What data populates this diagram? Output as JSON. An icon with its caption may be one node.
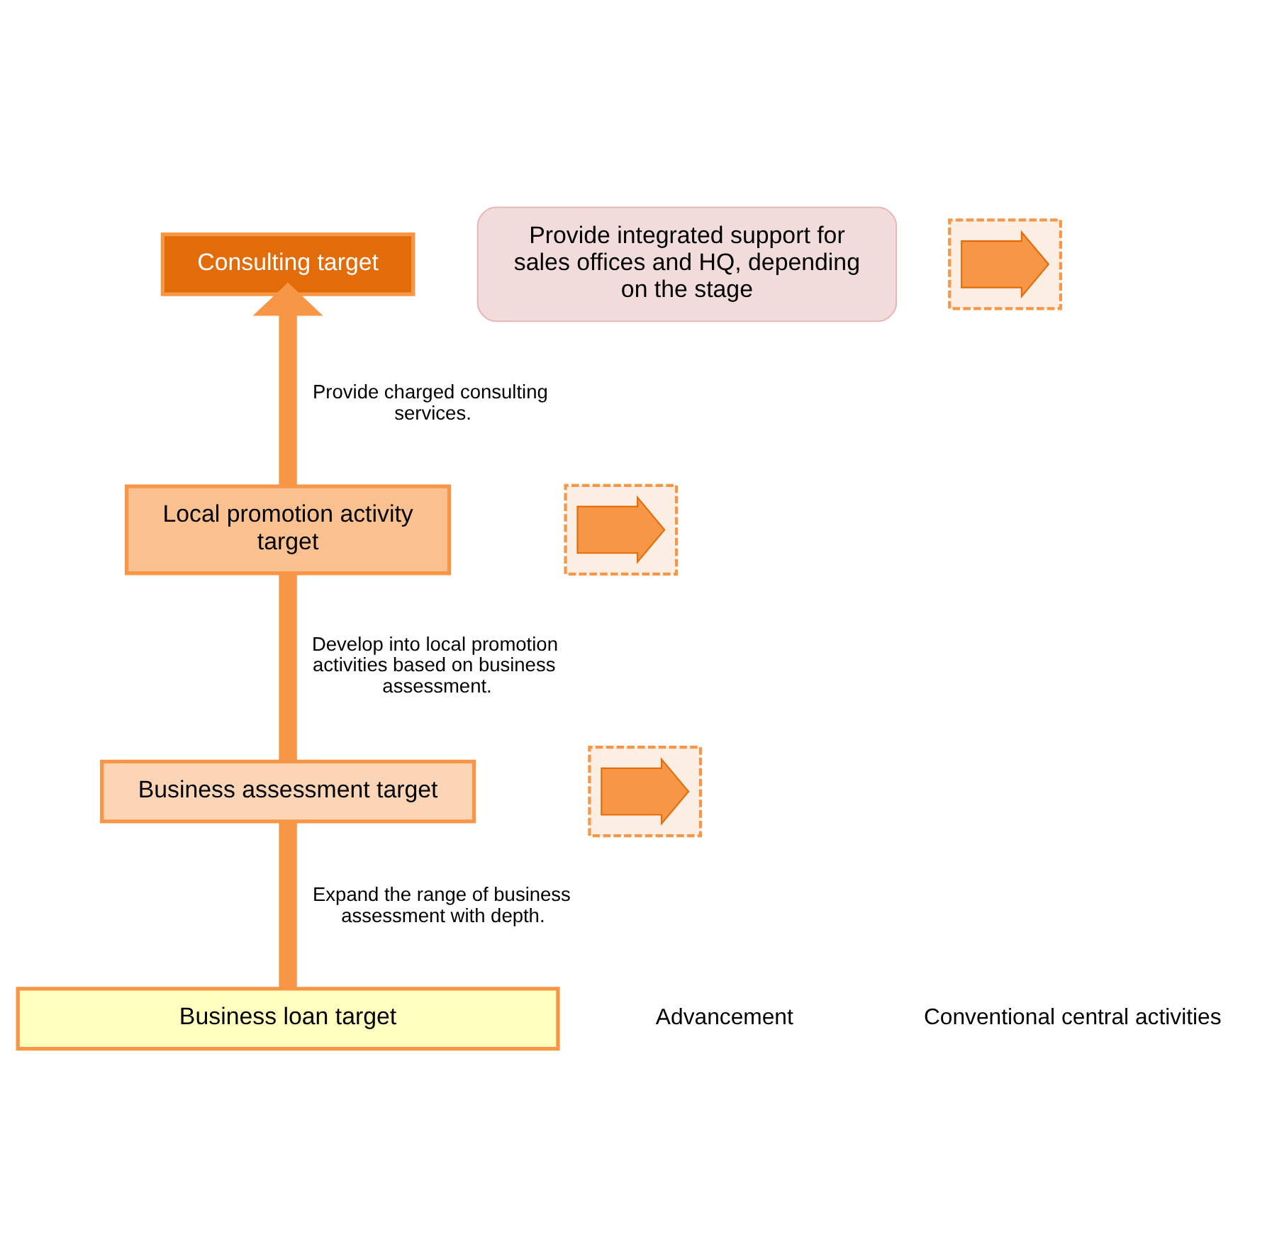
{
  "diagram": {
    "nodes": [
      {
        "text": [
          "Consulting target"
        ]
      },
      {
        "text": [],
        "shape": "box"
      },
      {
        "text": [],
        "shape": "arrow",
        "in": 1
      },
      {
        "text": [
          "Local promotion activity target"
        ]
      },
      {
        "text": [],
        "shape": "box"
      },
      {
        "text": [],
        "shape": "arrow",
        "in": 4
      },
      {
        "text": [
          "Business assessment target"
        ]
      },
      {
        "text": [],
        "shape": "box"
      },
      {
        "text": [],
        "shape": "arrow",
        "in": 7
      },
      {
        "text": [
          "Business loan target"
        ]
      },
      {
        "text": [
          "Provide integrated support for sales offices and HQ, depending on the stage"
        ]
      }
    ],
    "edges": [
      {
        "from": 9,
        "to": 6,
        "arrow": "none",
        "label": "Expand the range of business assessment with depth."
      },
      {
        "from": 6,
        "to": 3,
        "arrow": "none",
        "label": "Develop into local promotion activities based on business assessment."
      },
      {
        "from": 3,
        "to": 0,
        "arrow": "to",
        "label": "Provide charged consulting services."
      }
    ],
    "labels": [
      "Advancement",
      "Conventional central activities"
    ]
  }
}
